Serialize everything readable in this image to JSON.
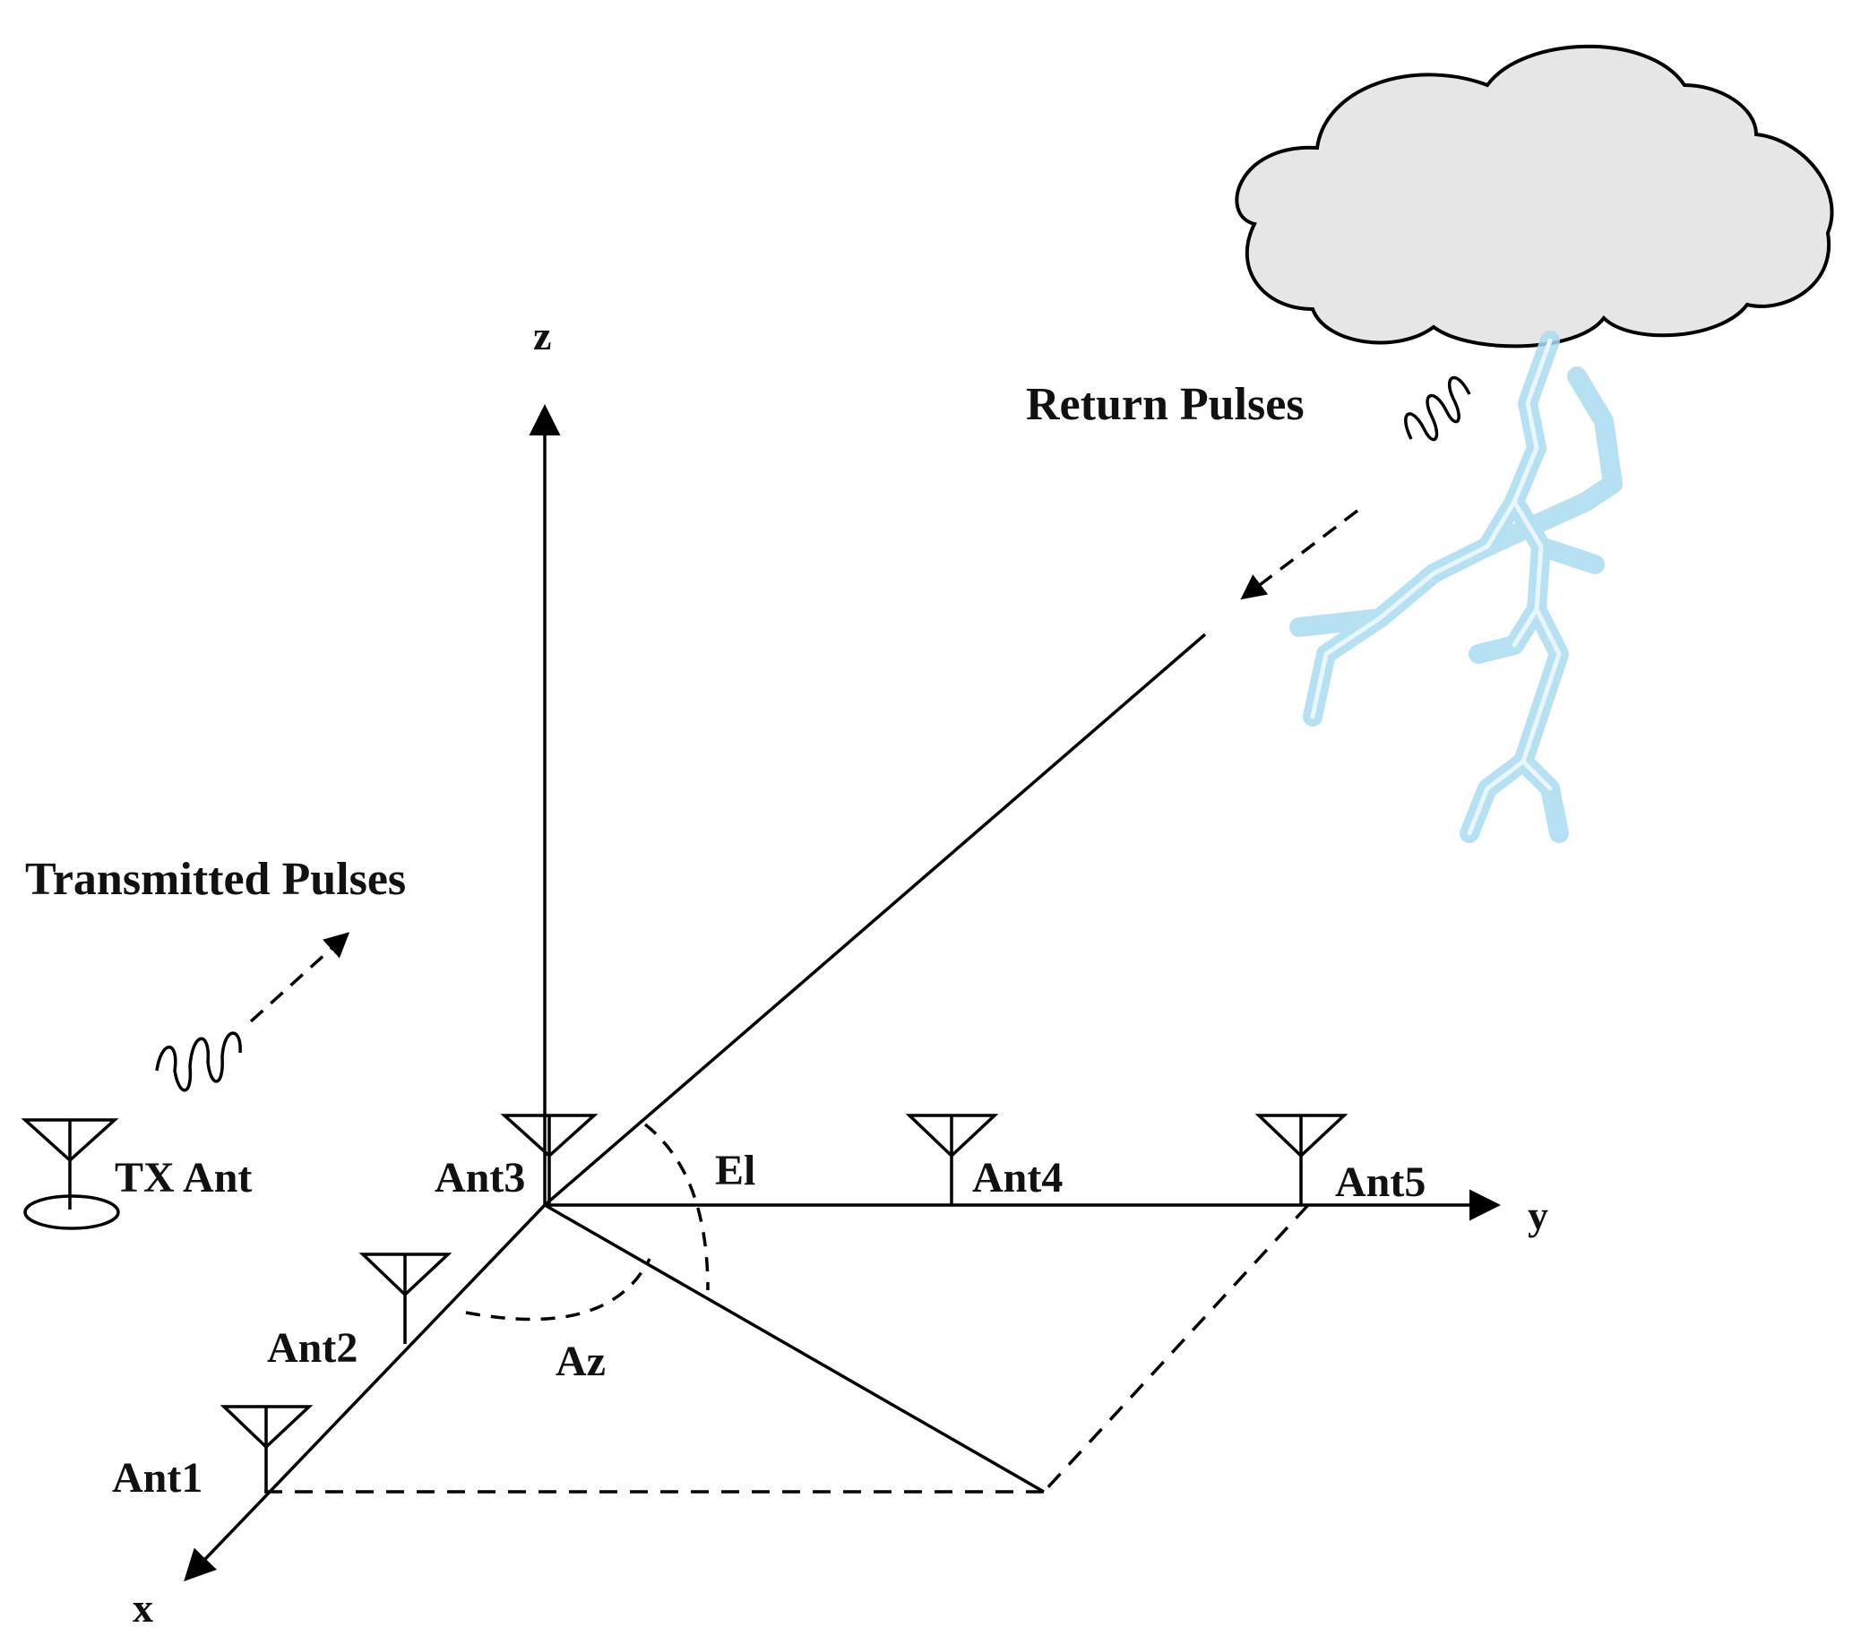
{
  "axes": {
    "x_label": "x",
    "y_label": "y",
    "z_label": "z"
  },
  "antennas": {
    "ant1": "Ant1",
    "ant2": "Ant2",
    "ant3": "Ant3",
    "ant4": "Ant4",
    "ant5": "Ant5",
    "tx": "TX Ant"
  },
  "angles": {
    "elevation": "El",
    "azimuth": "Az"
  },
  "pulses": {
    "transmitted": "Transmitted Pulses",
    "return": "Return Pulses"
  },
  "colors": {
    "line": "#000000",
    "cloud_fill": "#e6e6e6",
    "lightning": "#8fd0ee"
  }
}
